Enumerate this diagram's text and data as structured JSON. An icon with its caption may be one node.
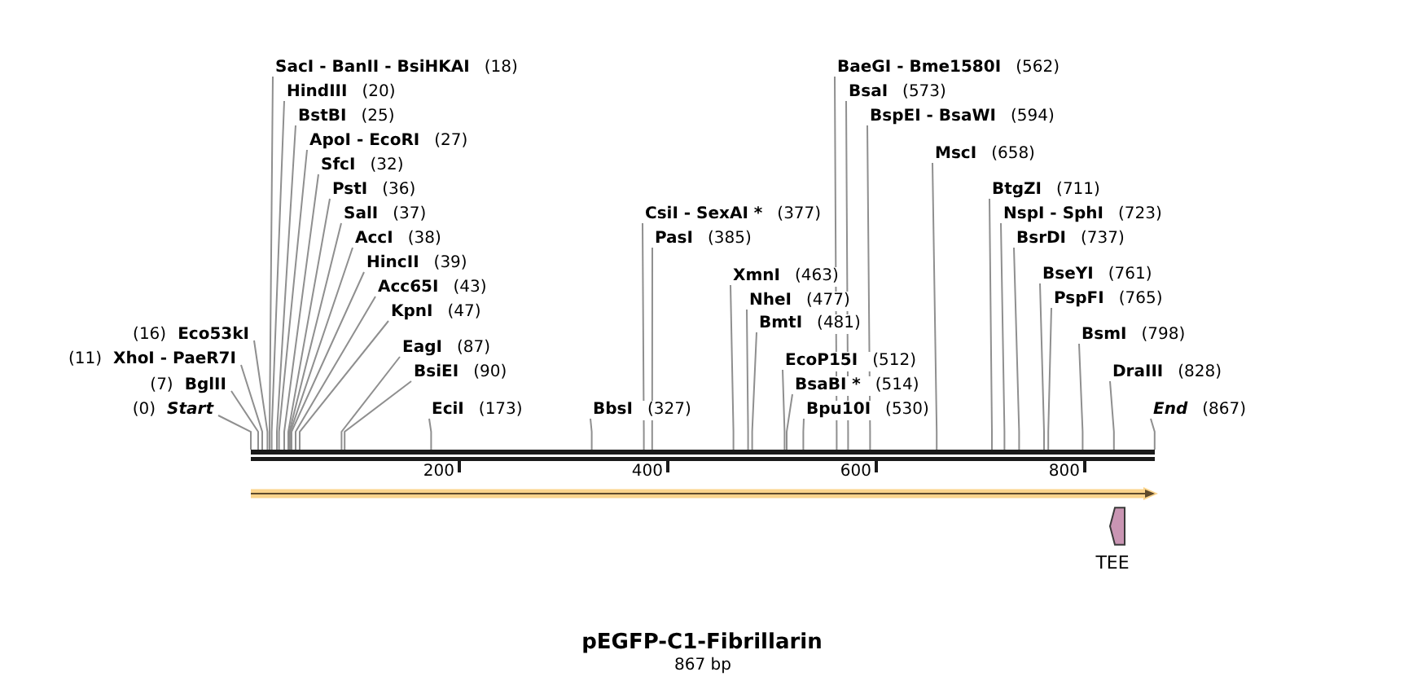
{
  "diagram": {
    "title": "pEGFP-C1-Fibrillarin",
    "caption": "867 bp",
    "nodes": [
      {
        "text": [
          "(0)",
          "Start"
        ]
      },
      {
        "text": [
          "(7)",
          "BglII"
        ]
      },
      {
        "text": [
          "(11)",
          "XhoI - PaeR7I"
        ]
      },
      {
        "text": [
          "(16)",
          "Eco53kI"
        ]
      },
      {
        "text": [
          "SacI - BanII - BsiHKAI",
          "(18)"
        ]
      },
      {
        "text": [
          "HindIII",
          "(20)"
        ]
      },
      {
        "text": [
          "BstBI",
          "(25)"
        ]
      },
      {
        "text": [
          "ApoI - EcoRI",
          "(27)"
        ]
      },
      {
        "text": [
          "SfcI",
          "(32)"
        ]
      },
      {
        "text": [
          "PstI",
          "(36)"
        ]
      },
      {
        "text": [
          "SalI",
          "(37)"
        ]
      },
      {
        "text": [
          "AccI",
          "(38)"
        ]
      },
      {
        "text": [
          "HincII",
          "(39)"
        ]
      },
      {
        "text": [
          "Acc65I",
          "(43)"
        ]
      },
      {
        "text": [
          "KpnI",
          "(47)"
        ]
      },
      {
        "text": [
          "EagI",
          "(87)"
        ]
      },
      {
        "text": [
          "BsiEI",
          "(90)"
        ]
      },
      {
        "text": [
          "EciI",
          "(173)"
        ]
      },
      {
        "text": [
          "BbsI",
          "(327)"
        ]
      },
      {
        "text": [
          "CsiI - SexAI *",
          "(377)"
        ]
      },
      {
        "text": [
          "PasI",
          "(385)"
        ]
      },
      {
        "text": [
          "XmnI",
          "(463)"
        ]
      },
      {
        "text": [
          "NheI",
          "(477)"
        ]
      },
      {
        "text": [
          "BmtI",
          "(481)"
        ]
      },
      {
        "text": [
          "EcoP15I",
          "(512)"
        ]
      },
      {
        "text": [
          "BsaBI *",
          "(514)"
        ]
      },
      {
        "text": [
          "Bpu10I",
          "(530)"
        ]
      },
      {
        "text": [
          "BaeGI - Bme1580I",
          "(562)"
        ]
      },
      {
        "text": [
          "BsaI",
          "(573)"
        ]
      },
      {
        "text": [
          "BspEI - BsaWI",
          "(594)"
        ]
      },
      {
        "text": [
          "MscI",
          "(658)"
        ]
      },
      {
        "text": [
          "BtgZI",
          "(711)"
        ]
      },
      {
        "text": [
          "NspI - SphI",
          "(723)"
        ]
      },
      {
        "text": [
          "BsrDI",
          "(737)"
        ]
      },
      {
        "text": [
          "BseYI",
          "(761)"
        ]
      },
      {
        "text": [
          "PspFI",
          "(765)"
        ]
      },
      {
        "text": [
          "BsmI",
          "(798)"
        ]
      },
      {
        "text": [
          "DraIII",
          "(828)"
        ]
      },
      {
        "text": [
          "End",
          "(867)"
        ]
      },
      {
        "text": [],
        "shape": "bar"
      },
      {
        "text": [],
        "shape": "arrow"
      },
      {
        "text": [
          "TEE"
        ]
      }
    ],
    "edges": [
      {
        "from": 0,
        "to": 39,
        "arrow": "none"
      },
      {
        "from": 1,
        "to": 39,
        "arrow": "none"
      },
      {
        "from": 2,
        "to": 39,
        "arrow": "none"
      },
      {
        "from": 3,
        "to": 39,
        "arrow": "none"
      },
      {
        "from": 4,
        "to": 39,
        "arrow": "none"
      },
      {
        "from": 5,
        "to": 39,
        "arrow": "none"
      },
      {
        "from": 6,
        "to": 39,
        "arrow": "none"
      },
      {
        "from": 7,
        "to": 39,
        "arrow": "none"
      },
      {
        "from": 8,
        "to": 39,
        "arrow": "none"
      },
      {
        "from": 9,
        "to": 39,
        "arrow": "none"
      },
      {
        "from": 10,
        "to": 39,
        "arrow": "none"
      },
      {
        "from": 11,
        "to": 39,
        "arrow": "none"
      },
      {
        "from": 12,
        "to": 39,
        "arrow": "none"
      },
      {
        "from": 13,
        "to": 39,
        "arrow": "none"
      },
      {
        "from": 14,
        "to": 39,
        "arrow": "none"
      },
      {
        "from": 15,
        "to": 39,
        "arrow": "none"
      },
      {
        "from": 16,
        "to": 39,
        "arrow": "none"
      },
      {
        "from": 17,
        "to": 39,
        "arrow": "none"
      },
      {
        "from": 18,
        "to": 39,
        "arrow": "none"
      },
      {
        "from": 19,
        "to": 39,
        "arrow": "none"
      },
      {
        "from": 20,
        "to": 39,
        "arrow": "none"
      },
      {
        "from": 21,
        "to": 39,
        "arrow": "none"
      },
      {
        "from": 22,
        "to": 39,
        "arrow": "none"
      },
      {
        "from": 23,
        "to": 39,
        "arrow": "none"
      },
      {
        "from": 24,
        "to": 39,
        "arrow": "none"
      },
      {
        "from": 25,
        "to": 39,
        "arrow": "none"
      },
      {
        "from": 26,
        "to": 39,
        "arrow": "none"
      },
      {
        "from": 27,
        "to": 39,
        "arrow": "none"
      },
      {
        "from": 28,
        "to": 39,
        "arrow": "none"
      },
      {
        "from": 29,
        "to": 39,
        "arrow": "none"
      },
      {
        "from": 30,
        "to": 39,
        "arrow": "none"
      },
      {
        "from": 31,
        "to": 39,
        "arrow": "none"
      },
      {
        "from": 32,
        "to": 39,
        "arrow": "none"
      },
      {
        "from": 33,
        "to": 39,
        "arrow": "none"
      },
      {
        "from": 34,
        "to": 39,
        "arrow": "none"
      },
      {
        "from": 35,
        "to": 39,
        "arrow": "none"
      },
      {
        "from": 36,
        "to": 39,
        "arrow": "none"
      },
      {
        "from": 37,
        "to": 39,
        "arrow": "none"
      },
      {
        "from": 38,
        "to": 39,
        "arrow": "none"
      }
    ],
    "labels": [
      "200",
      "400",
      "600",
      "800"
    ]
  }
}
